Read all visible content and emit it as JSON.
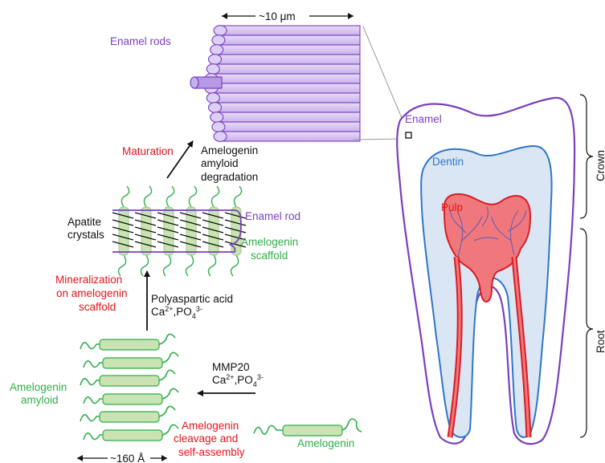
{
  "colors": {
    "purple": "#7a3fbf",
    "rod_fill": "#d7c3f1",
    "green": "#2fae4a",
    "green_fill": "#c9e3b3",
    "red": "#e3141b",
    "pulp_fill": "#f0787c",
    "dentin_fill": "#dbe6f4",
    "blue": "#2f76c8"
  },
  "labels": {
    "enamel_rods": "Enamel rods",
    "scale_top": "~10 μm",
    "enamel": "Enamel",
    "dentin": "Dentin",
    "pulp": "Pulp",
    "crown": "Crown",
    "root": "Root",
    "maturation": "Maturation",
    "amyloid_degradation": [
      "Amelogenin",
      "amyloid",
      "degradation"
    ],
    "apatite_crystals": [
      "Apatite",
      "crystals"
    ],
    "enamel_rod": "Enamel rod",
    "amelogenin_scaffold": [
      "Amelogenin",
      "scaffold"
    ],
    "mineralization": [
      "Mineralization",
      "on amelogenin",
      "scaffold"
    ],
    "polyaspartic": "Polyaspartic acid",
    "ions_1": {
      "base": "Ca",
      "sup1": "2+",
      "mid": ",PO",
      "sub": "4",
      "sup2": "3-"
    },
    "mmp20": "MMP20",
    "ions_2": {
      "base": "Ca",
      "sup1": "2+",
      "mid": ",PO",
      "sub": "4",
      "sup2": "3-"
    },
    "amelogenin_amyloid": [
      "Amelogenin",
      "amyloid"
    ],
    "cleavage": [
      "Amelogenin",
      "cleavage and",
      "self-assembly"
    ],
    "amelogenin": "Amelogenin",
    "scale_bottom": "~160 Å"
  }
}
